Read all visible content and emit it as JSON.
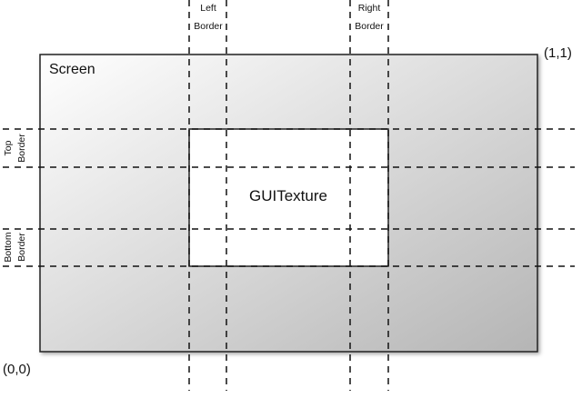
{
  "screen": {
    "label": "Screen",
    "gradient_start": "#ffffff",
    "gradient_end": "#b5b5b5"
  },
  "texture": {
    "label": "GUITexture",
    "fill": "#ffffff"
  },
  "corners": {
    "top_right": "(1,1)",
    "bottom_left": "(0,0)"
  },
  "borders": {
    "left": [
      "Left",
      "Border"
    ],
    "right": [
      "Right",
      "Border"
    ],
    "top": [
      "Top",
      "Border"
    ],
    "bottom": [
      "Bottom",
      "Border"
    ]
  }
}
